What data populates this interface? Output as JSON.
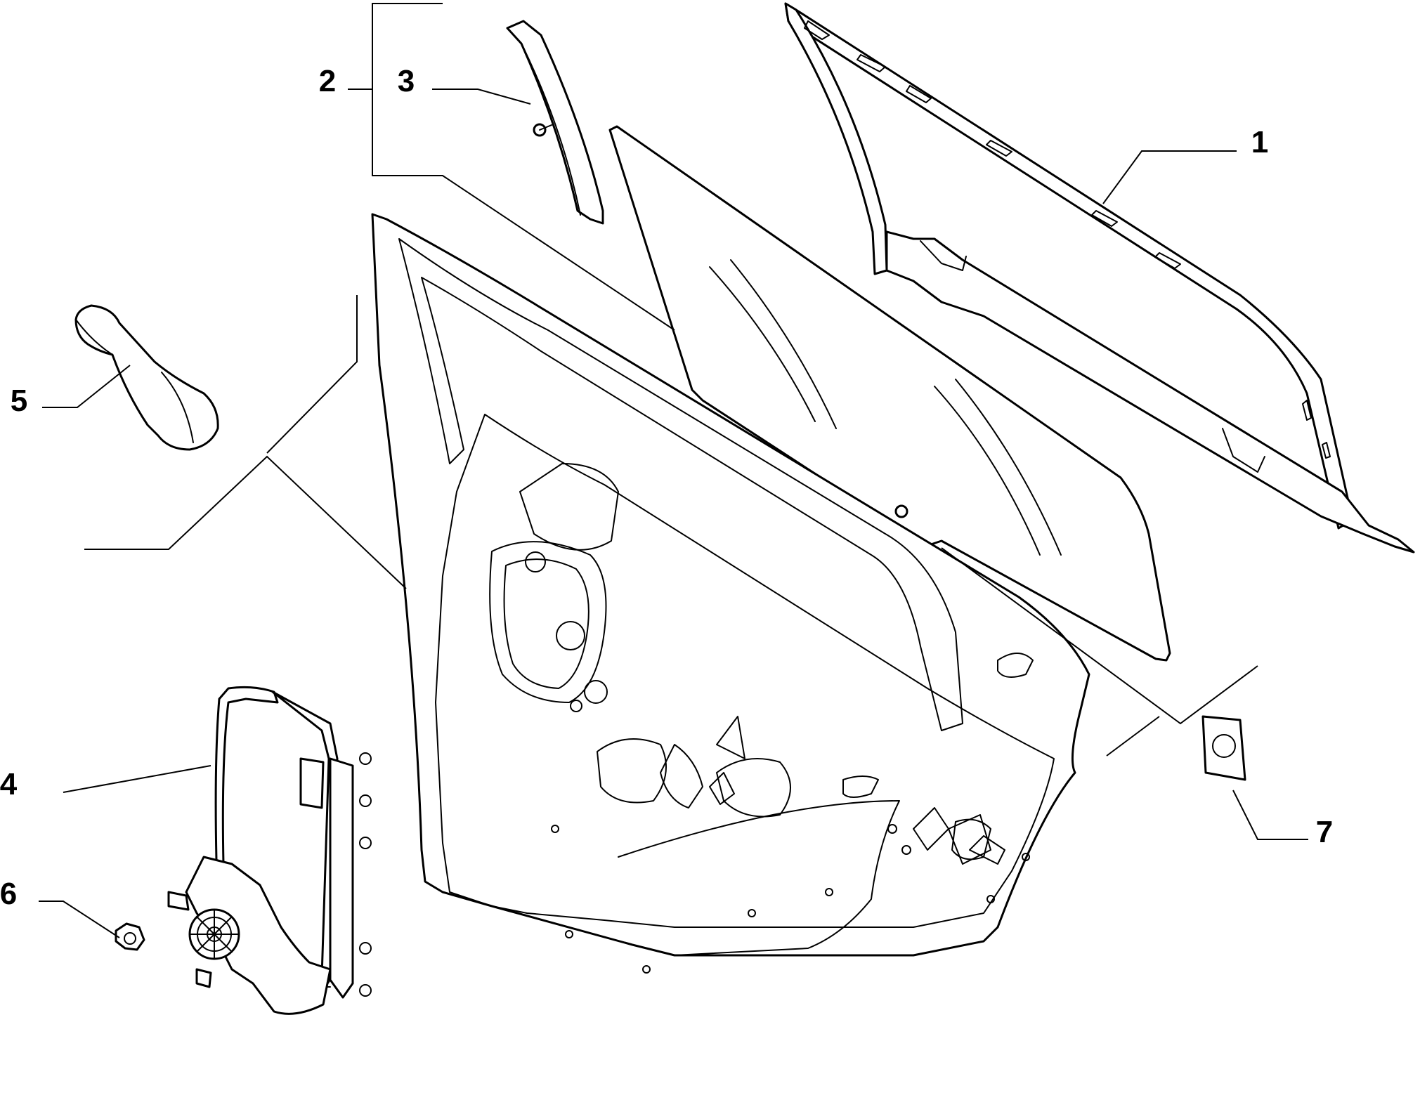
{
  "diagram": {
    "callouts": [
      {
        "id": "1",
        "label": "1"
      },
      {
        "id": "2",
        "label": "2"
      },
      {
        "id": "3",
        "label": "3"
      },
      {
        "id": "4",
        "label": "4"
      },
      {
        "id": "5",
        "label": "5"
      },
      {
        "id": "6",
        "label": "6"
      },
      {
        "id": "7",
        "label": "7"
      }
    ]
  },
  "colors": {
    "stroke": "#000000",
    "background": "#ffffff"
  }
}
